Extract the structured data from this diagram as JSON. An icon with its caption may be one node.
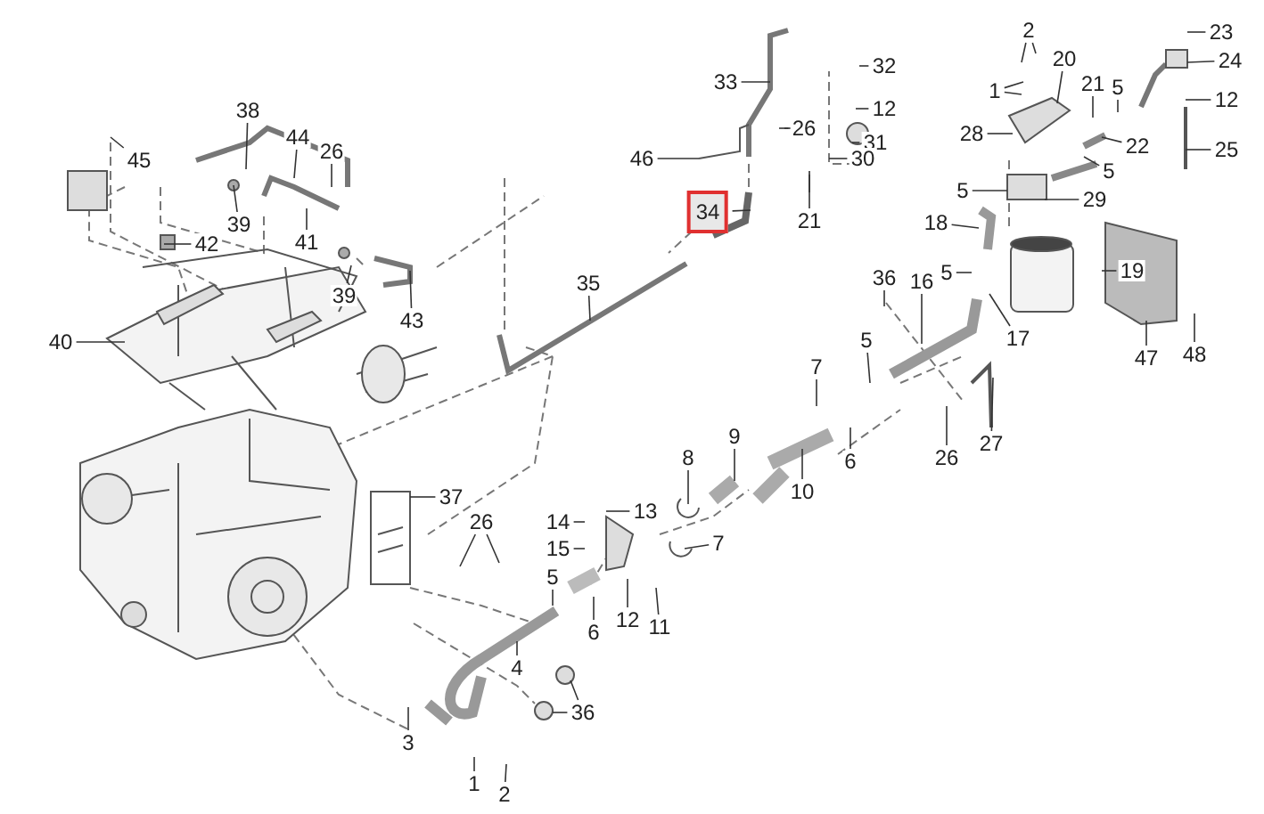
{
  "diagram": {
    "nodes": [
      {
        "text": [
          "2"
        ]
      },
      {
        "text": [
          "23"
        ]
      },
      {
        "text": [
          "24"
        ]
      },
      {
        "text": [
          "20"
        ]
      },
      {
        "text": [
          "32"
        ]
      },
      {
        "text": [
          "33"
        ]
      },
      {
        "text": [
          "21"
        ]
      },
      {
        "text": [
          "1"
        ]
      },
      {
        "text": [
          "5"
        ]
      },
      {
        "text": [
          "12"
        ]
      },
      {
        "text": [
          "12"
        ]
      },
      {
        "text": [
          "38"
        ]
      },
      {
        "text": [
          "26"
        ]
      },
      {
        "text": [
          "28"
        ]
      },
      {
        "text": [
          "44"
        ]
      },
      {
        "text": [
          "31"
        ]
      },
      {
        "text": [
          "22"
        ]
      },
      {
        "text": [
          "26"
        ]
      },
      {
        "text": [
          "25"
        ]
      },
      {
        "text": [
          "45"
        ]
      },
      {
        "text": [
          "46"
        ]
      },
      {
        "text": [
          "30"
        ]
      },
      {
        "text": [
          "5"
        ]
      },
      {
        "text": [
          "29"
        ]
      },
      {
        "text": [
          "5"
        ]
      },
      {
        "text": [
          "34"
        ]
      },
      {
        "text": [
          "21"
        ]
      },
      {
        "text": [
          "18"
        ]
      },
      {
        "text": [
          "39"
        ]
      },
      {
        "text": [
          "42"
        ]
      },
      {
        "text": [
          "41"
        ]
      },
      {
        "text": [
          "19"
        ]
      },
      {
        "text": [
          "5"
        ]
      },
      {
        "text": [
          "36"
        ]
      },
      {
        "text": [
          "16"
        ]
      },
      {
        "text": [
          "35"
        ]
      },
      {
        "text": [
          "39"
        ]
      },
      {
        "text": [
          "43"
        ]
      },
      {
        "text": [
          "5"
        ]
      },
      {
        "text": [
          "17"
        ]
      },
      {
        "text": [
          "40"
        ]
      },
      {
        "text": [
          "48"
        ]
      },
      {
        "text": [
          "47"
        ]
      },
      {
        "text": [
          "7"
        ]
      },
      {
        "text": [
          "9"
        ]
      },
      {
        "text": [
          "27"
        ]
      },
      {
        "text": [
          "8"
        ]
      },
      {
        "text": [
          "26"
        ]
      },
      {
        "text": [
          "6"
        ]
      },
      {
        "text": [
          "10"
        ]
      },
      {
        "text": [
          "37"
        ]
      },
      {
        "text": [
          "13"
        ]
      },
      {
        "text": [
          "26"
        ]
      },
      {
        "text": [
          "14"
        ]
      },
      {
        "text": [
          "7"
        ]
      },
      {
        "text": [
          "15"
        ]
      },
      {
        "text": [
          "5"
        ]
      },
      {
        "text": [
          "12"
        ]
      },
      {
        "text": [
          "11"
        ]
      },
      {
        "text": [
          "6"
        ]
      },
      {
        "text": [
          "4"
        ]
      },
      {
        "text": [
          "36"
        ]
      },
      {
        "text": [
          "3"
        ]
      },
      {
        "text": [
          "1"
        ]
      },
      {
        "text": [
          "2"
        ]
      }
    ],
    "edges": [
      {
        "from": 0,
        "to": null,
        "arrow": "none"
      },
      {
        "from": 0,
        "to": null,
        "arrow": "none"
      },
      {
        "from": 1,
        "to": null,
        "arrow": "none"
      },
      {
        "from": 2,
        "to": null,
        "arrow": "none"
      },
      {
        "from": 3,
        "to": null,
        "arrow": "none"
      },
      {
        "from": 4,
        "to": null,
        "arrow": "none"
      },
      {
        "from": 5,
        "to": null,
        "arrow": "none"
      },
      {
        "from": 6,
        "to": null,
        "arrow": "none"
      },
      {
        "from": 7,
        "to": null,
        "arrow": "none"
      },
      {
        "from": 7,
        "to": null,
        "arrow": "none"
      },
      {
        "from": 8,
        "to": null,
        "arrow": "none"
      },
      {
        "from": 9,
        "to": null,
        "arrow": "none"
      },
      {
        "from": 10,
        "to": null,
        "arrow": "none"
      },
      {
        "from": 11,
        "to": null,
        "arrow": "none"
      },
      {
        "from": 12,
        "to": null,
        "arrow": "none"
      },
      {
        "from": 13,
        "to": null,
        "arrow": "none"
      },
      {
        "from": 14,
        "to": null,
        "arrow": "none"
      },
      {
        "from": 15,
        "to": null,
        "arrow": "none"
      },
      {
        "from": 16,
        "to": null,
        "arrow": "none"
      },
      {
        "from": 17,
        "to": null,
        "arrow": "none"
      },
      {
        "from": 18,
        "to": null,
        "arrow": "none"
      },
      {
        "from": 19,
        "to": null,
        "arrow": "none"
      },
      {
        "from": 20,
        "to": null,
        "arrow": "none"
      },
      {
        "from": 21,
        "to": null,
        "arrow": "none"
      },
      {
        "from": 22,
        "to": null,
        "arrow": "none"
      },
      {
        "from": 23,
        "to": null,
        "arrow": "none"
      },
      {
        "from": 24,
        "to": null,
        "arrow": "none"
      },
      {
        "from": 25,
        "to": null,
        "arrow": "none"
      },
      {
        "from": 26,
        "to": null,
        "arrow": "none"
      },
      {
        "from": 27,
        "to": null,
        "arrow": "none"
      },
      {
        "from": 28,
        "to": null,
        "arrow": "none"
      },
      {
        "from": 29,
        "to": null,
        "arrow": "none"
      },
      {
        "from": 30,
        "to": null,
        "arrow": "none"
      },
      {
        "from": 31,
        "to": null,
        "arrow": "none"
      },
      {
        "from": 32,
        "to": null,
        "arrow": "none"
      },
      {
        "from": 33,
        "to": null,
        "arrow": "none"
      },
      {
        "from": 34,
        "to": null,
        "arrow": "none"
      },
      {
        "from": 35,
        "to": null,
        "arrow": "none"
      },
      {
        "from": 36,
        "to": null,
        "arrow": "none"
      },
      {
        "from": 37,
        "to": null,
        "arrow": "none"
      },
      {
        "from": 38,
        "to": null,
        "arrow": "none"
      },
      {
        "from": 39,
        "to": null,
        "arrow": "none"
      },
      {
        "from": 40,
        "to": null,
        "arrow": "none"
      },
      {
        "from": 41,
        "to": null,
        "arrow": "none"
      },
      {
        "from": 42,
        "to": null,
        "arrow": "none"
      },
      {
        "from": 43,
        "to": null,
        "arrow": "none"
      },
      {
        "from": 44,
        "to": null,
        "arrow": "none"
      },
      {
        "from": 45,
        "to": null,
        "arrow": "none"
      },
      {
        "from": 46,
        "to": null,
        "arrow": "none"
      },
      {
        "from": 47,
        "to": null,
        "arrow": "none"
      },
      {
        "from": 48,
        "to": null,
        "arrow": "none"
      },
      {
        "from": 49,
        "to": null,
        "arrow": "none"
      },
      {
        "from": 50,
        "to": null,
        "arrow": "none"
      },
      {
        "from": 51,
        "to": null,
        "arrow": "none"
      },
      {
        "from": 52,
        "to": null,
        "arrow": "none"
      },
      {
        "from": 52,
        "to": null,
        "arrow": "none"
      },
      {
        "from": 53,
        "to": null,
        "arrow": "none"
      },
      {
        "from": 54,
        "to": null,
        "arrow": "none"
      },
      {
        "from": 55,
        "to": null,
        "arrow": "none"
      },
      {
        "from": 56,
        "to": null,
        "arrow": "none"
      },
      {
        "from": 57,
        "to": null,
        "arrow": "none"
      },
      {
        "from": 58,
        "to": null,
        "arrow": "none"
      },
      {
        "from": 59,
        "to": null,
        "arrow": "none"
      },
      {
        "from": 60,
        "to": null,
        "arrow": "none"
      },
      {
        "from": 61,
        "to": null,
        "arrow": "none"
      },
      {
        "from": 61,
        "to": null,
        "arrow": "none"
      },
      {
        "from": 62,
        "to": null,
        "arrow": "none"
      },
      {
        "from": 63,
        "to": null,
        "arrow": "none"
      },
      {
        "from": 64,
        "to": null,
        "arrow": "none"
      }
    ]
  }
}
